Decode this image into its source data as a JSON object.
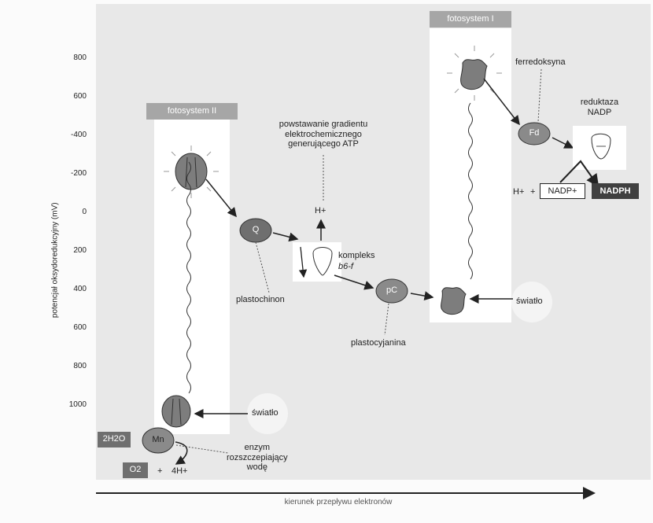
{
  "y_axis": {
    "label": "potencjał oksydoredukcyjny (mV)",
    "ticks": [
      "800",
      "600",
      "-400",
      "-200",
      "0",
      "200",
      "400",
      "600",
      "800",
      "1000"
    ]
  },
  "x_axis": {
    "label": "kierunek przepływu elektronów"
  },
  "photosystem_ii": {
    "title": "fotosystem II",
    "light": "światło",
    "manganese": "Mn",
    "water": "2H2O",
    "oxygen": "O2",
    "plus": "+",
    "protons": "4H+",
    "enzyme": "enzym rozszczepiający wodę",
    "enzyme_lines": [
      "enzym",
      "rozszczepiający",
      "wodę"
    ]
  },
  "carriers": {
    "plastoquinone_symbol": "Q",
    "plastoquinone": "plastochinon",
    "complex_name": "kompleks",
    "complex_sub": "b6-f",
    "proton": "H+",
    "gradient_lines": [
      "powstawanie gradientu",
      "elektrochemicznego",
      "generującego ATP"
    ],
    "plastocyanin_symbol": "pC",
    "plastocyanin": "plastocyjanina"
  },
  "photosystem_i": {
    "title": "fotosystem I",
    "light": "światło",
    "ferredoxin_symbol": "Fd",
    "ferredoxin": "ferredoksyna",
    "reductase_lines": [
      "reduktaza",
      "NADP"
    ],
    "proton": "H+",
    "plus": "+",
    "nadp": "NADP+",
    "nadph": "NADPH"
  },
  "colors": {
    "panel": "#e8e8e8",
    "header": "#a6a6a6",
    "node": "#8a8a8a",
    "dark_box": "#404040"
  }
}
